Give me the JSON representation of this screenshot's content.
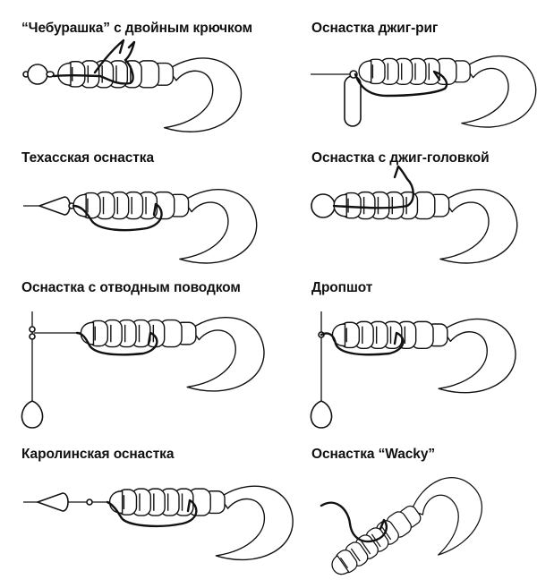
{
  "panels": [
    {
      "title": "“Чебурашка” с двойным крючком"
    },
    {
      "title": "Оснастка джиг-риг"
    },
    {
      "title": "Техасская оснастка"
    },
    {
      "title": "Оснастка с джиг-головкой"
    },
    {
      "title": "Оснастка с отводным поводком"
    },
    {
      "title": "Дропшот"
    },
    {
      "title": "Каролинская оснастка"
    },
    {
      "title": "Оснастка “Wacky”"
    }
  ]
}
